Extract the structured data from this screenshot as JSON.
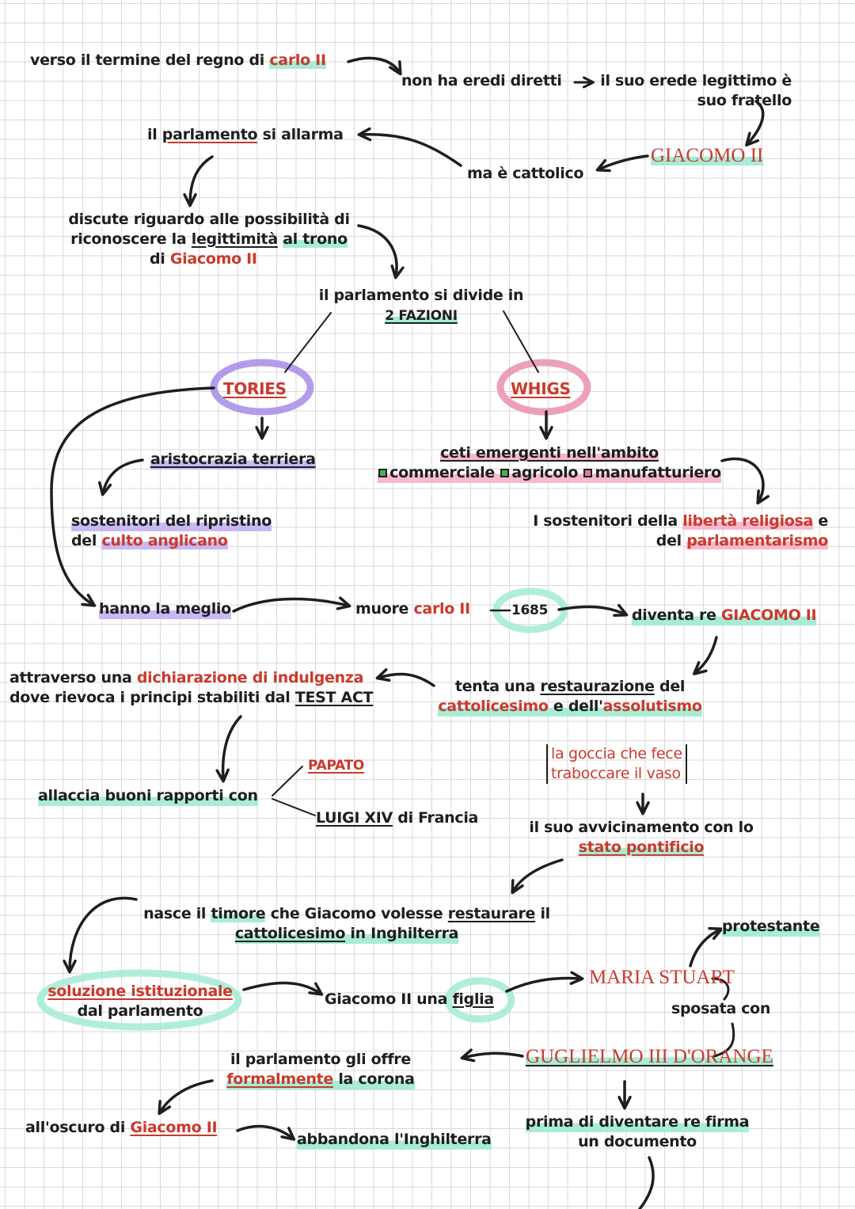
{
  "t1": {
    "a": "verso il termine del regno di",
    "b": "carlo II"
  },
  "t2": "non ha eredi diretti",
  "t3": {
    "l1": "il suo erede legittimo è",
    "l2": "suo fratello"
  },
  "t4": "GIACOMO II",
  "t5": "ma è cattolico",
  "t6": {
    "a": "il",
    "b": "parlamento",
    "c": "si allarma"
  },
  "t7": {
    "l1": "discute riguardo alle possibilità di",
    "l2a": "riconoscere la",
    "l2b": "legittimità",
    "l2c": "al trono",
    "l3a": "di",
    "l3b": "Giacomo II"
  },
  "t8": {
    "l1": "il parlamento si divide in",
    "l2": "2 FAZIONI"
  },
  "tories": "TORIES",
  "whigs": "WHIGS",
  "t9": "aristocrazia terriera",
  "t10": {
    "l1": "sostenitori del ripristino",
    "l2a": "del",
    "l2b": "culto anglicano"
  },
  "t11": {
    "l1": "ceti emergenti nell'ambito",
    "a": "commerciale",
    "b": "agricolo",
    "c": "manufatturiero"
  },
  "t12": {
    "a": "I sostenitori della",
    "b": "libertà religiosa",
    "c": "e",
    "d": "del",
    "e": "parlamentarismo"
  },
  "t13": "hanno la meglio",
  "t14": {
    "a": "muore",
    "b": "carlo II"
  },
  "t15": "1685",
  "t16": {
    "a": "diventa re",
    "b": "GIACOMO II"
  },
  "t17": {
    "a": "attraverso una",
    "b": "dichiarazione di indulgenza",
    "c": "dove rievoca i principi stabiliti dal",
    "d": "TEST ACT"
  },
  "t18": {
    "a": "tenta una",
    "b": "restaurazione",
    "c": "del",
    "d": "cattolicesimo",
    "e": "e dell'",
    "f": "assolutismo"
  },
  "t19": {
    "l1": "la goccia che fece",
    "l2": "traboccare il vaso"
  },
  "t20": "allaccia buoni rapporti con",
  "t21": "PAPATO",
  "t22": {
    "a": "LUIGI XIV",
    "b": "di Francia"
  },
  "t23": {
    "l1": "il suo avvicinamento con lo",
    "l2": "stato pontificio"
  },
  "t24": {
    "a": "nasce il",
    "b": "timore",
    "c": "che Giacomo volesse",
    "d": "restaurare",
    "e": "il",
    "f": "cattolicesimo",
    "g": "in Inghilterra"
  },
  "t25": {
    "l1": "soluzione istituzionale",
    "l2": "dal parlamento"
  },
  "t26": {
    "a": "Giacomo II una",
    "b": "figlia"
  },
  "t27": "MARIA STUART",
  "t28": "protestante",
  "t29": "sposata con",
  "t30": "GUGLIELMO III D'ORANGE",
  "t31": {
    "l1": "il parlamento gli offre",
    "l2a": "formalmente",
    "l2b": "la corona"
  },
  "t32": {
    "a": "all'oscuro di",
    "b": "Giacomo II"
  },
  "t33": "abbandona l'Inghilterra",
  "t34": {
    "l1": "prima di diventare re firma",
    "l2": "un documento"
  },
  "colors": {
    "red": "#c93a2c",
    "green": "#a8ecd6",
    "pink": "#f6b8cc",
    "violet": "#c9b8f3",
    "ink": "#1e1e1e"
  }
}
